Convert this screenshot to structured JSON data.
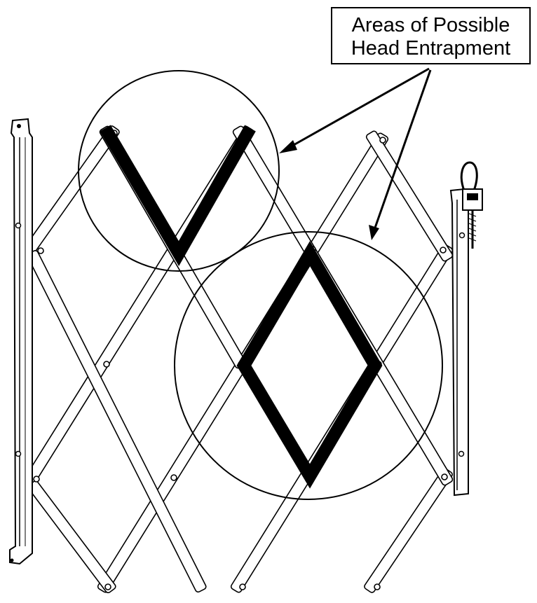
{
  "callout": {
    "line1": "Areas of Possible",
    "line2": "Head Entrapment"
  },
  "colors": {
    "ink": "#000000",
    "background": "#ffffff",
    "slat_fill": "#ffffff",
    "highlight": "#000000"
  },
  "figure": {
    "subject": "expanding accordion safety gate",
    "highlighted_areas": [
      "v-shaped opening at top of gate",
      "diamond-shaped opening in lattice"
    ],
    "icons": [
      "left-mounting-post",
      "right-mounting-post",
      "latch-icon"
    ]
  }
}
